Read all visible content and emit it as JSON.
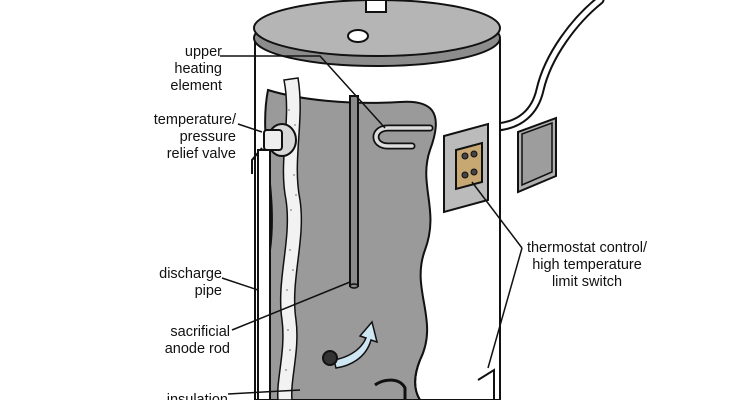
{
  "labels": {
    "upper_heating_element": [
      "upper",
      "heating",
      "element"
    ],
    "temperature_pressure_relief_valve": [
      "temperature/",
      "pressure",
      "relief valve"
    ],
    "discharge_pipe": [
      "discharge",
      "pipe"
    ],
    "sacrificial_anode_rod": [
      "sacrificial",
      "anode rod"
    ],
    "thermostat_control": [
      "thermostat control/",
      "high temperature",
      "limit switch"
    ],
    "insulation_partial": [
      "insulation"
    ]
  },
  "colors": {
    "outline": "#111111",
    "tank_shell": "#ffffff",
    "interior": "#9a9a9a",
    "interior_dark": "#7e7e7e",
    "lid": "#b5b5b5",
    "lid_dark": "#8c8c8c",
    "insulation": "#f2f2f2",
    "water_arrow": "#cfe6f3"
  }
}
